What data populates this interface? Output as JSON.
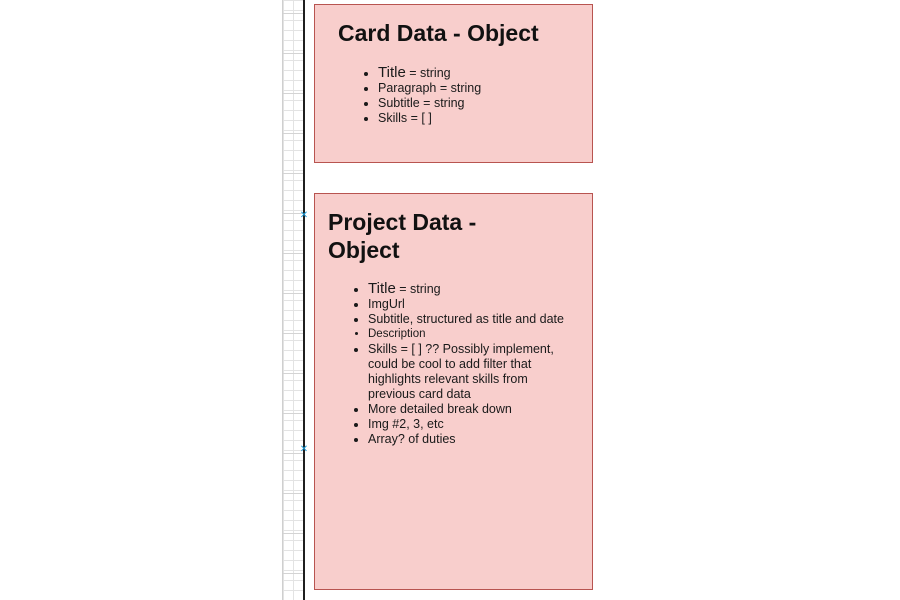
{
  "diagram": {
    "cards": [
      {
        "id": "card-data",
        "title": "Card Data - Object",
        "fields": [
          {
            "lead": "Title",
            "rest": " = string"
          },
          {
            "lead": "",
            "rest": "Paragraph = string"
          },
          {
            "lead": "",
            "rest": "Subtitle = string"
          },
          {
            "lead": "",
            "rest": "Skills = [ ]"
          }
        ]
      },
      {
        "id": "project-data",
        "title": "Project Data - Object",
        "fields": [
          {
            "lead": "Title",
            "rest": " = string"
          },
          {
            "lead": "",
            "rest": "ImgUrl"
          },
          {
            "lead": "",
            "rest": "Subtitle, structured as title and date"
          },
          {
            "lead": "",
            "rest": "Description"
          },
          {
            "lead": "",
            "rest": "Skills = [ ] ?? Possibly implement, could be cool to add filter that highlights relevant skills from previous card data"
          },
          {
            "lead": "",
            "rest": "More detailed break down"
          },
          {
            "lead": "",
            "rest": "Img #2, 3, etc"
          },
          {
            "lead": "",
            "rest": "Array? of duties"
          }
        ]
      }
    ],
    "colors": {
      "card_fill": "#f8cecc",
      "card_stroke": "#b85450",
      "connector_marker": "#1e9bd7",
      "divider_line": "#1f1f1f"
    },
    "icons": {
      "connection_point": "x-mark-icon"
    }
  }
}
